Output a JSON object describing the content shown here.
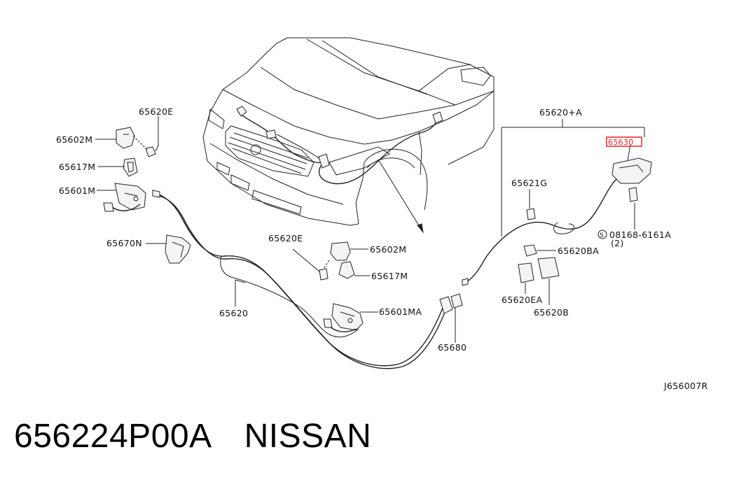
{
  "labels": {
    "p65620E_top": "65620E",
    "p65602M_left": "65602M",
    "p65617M_left": "65617M",
    "p65601M": "65601M",
    "p65670N": "65670N",
    "p65620E_mid": "65620E",
    "p65602M_right": "65602M",
    "p65617M_right": "65617M",
    "p65620": "65620",
    "p65601MA": "65601MA",
    "p65680": "65680",
    "p65620A": "65620+A",
    "p65621G": "65621G",
    "bolt_part": "08168-6161A",
    "bolt_qty": "(2)",
    "bolt_symbol": "S",
    "p65620BA": "65620BA",
    "p65620EA": "65620EA",
    "p65620B": "65620B",
    "highlighted_part": "65630",
    "diagram_code": "J656007R"
  },
  "caption": {
    "part_number": "656224P00A",
    "brand": "NISSAN"
  },
  "colors": {
    "highlight": "#e8242b",
    "line": "#222222"
  }
}
